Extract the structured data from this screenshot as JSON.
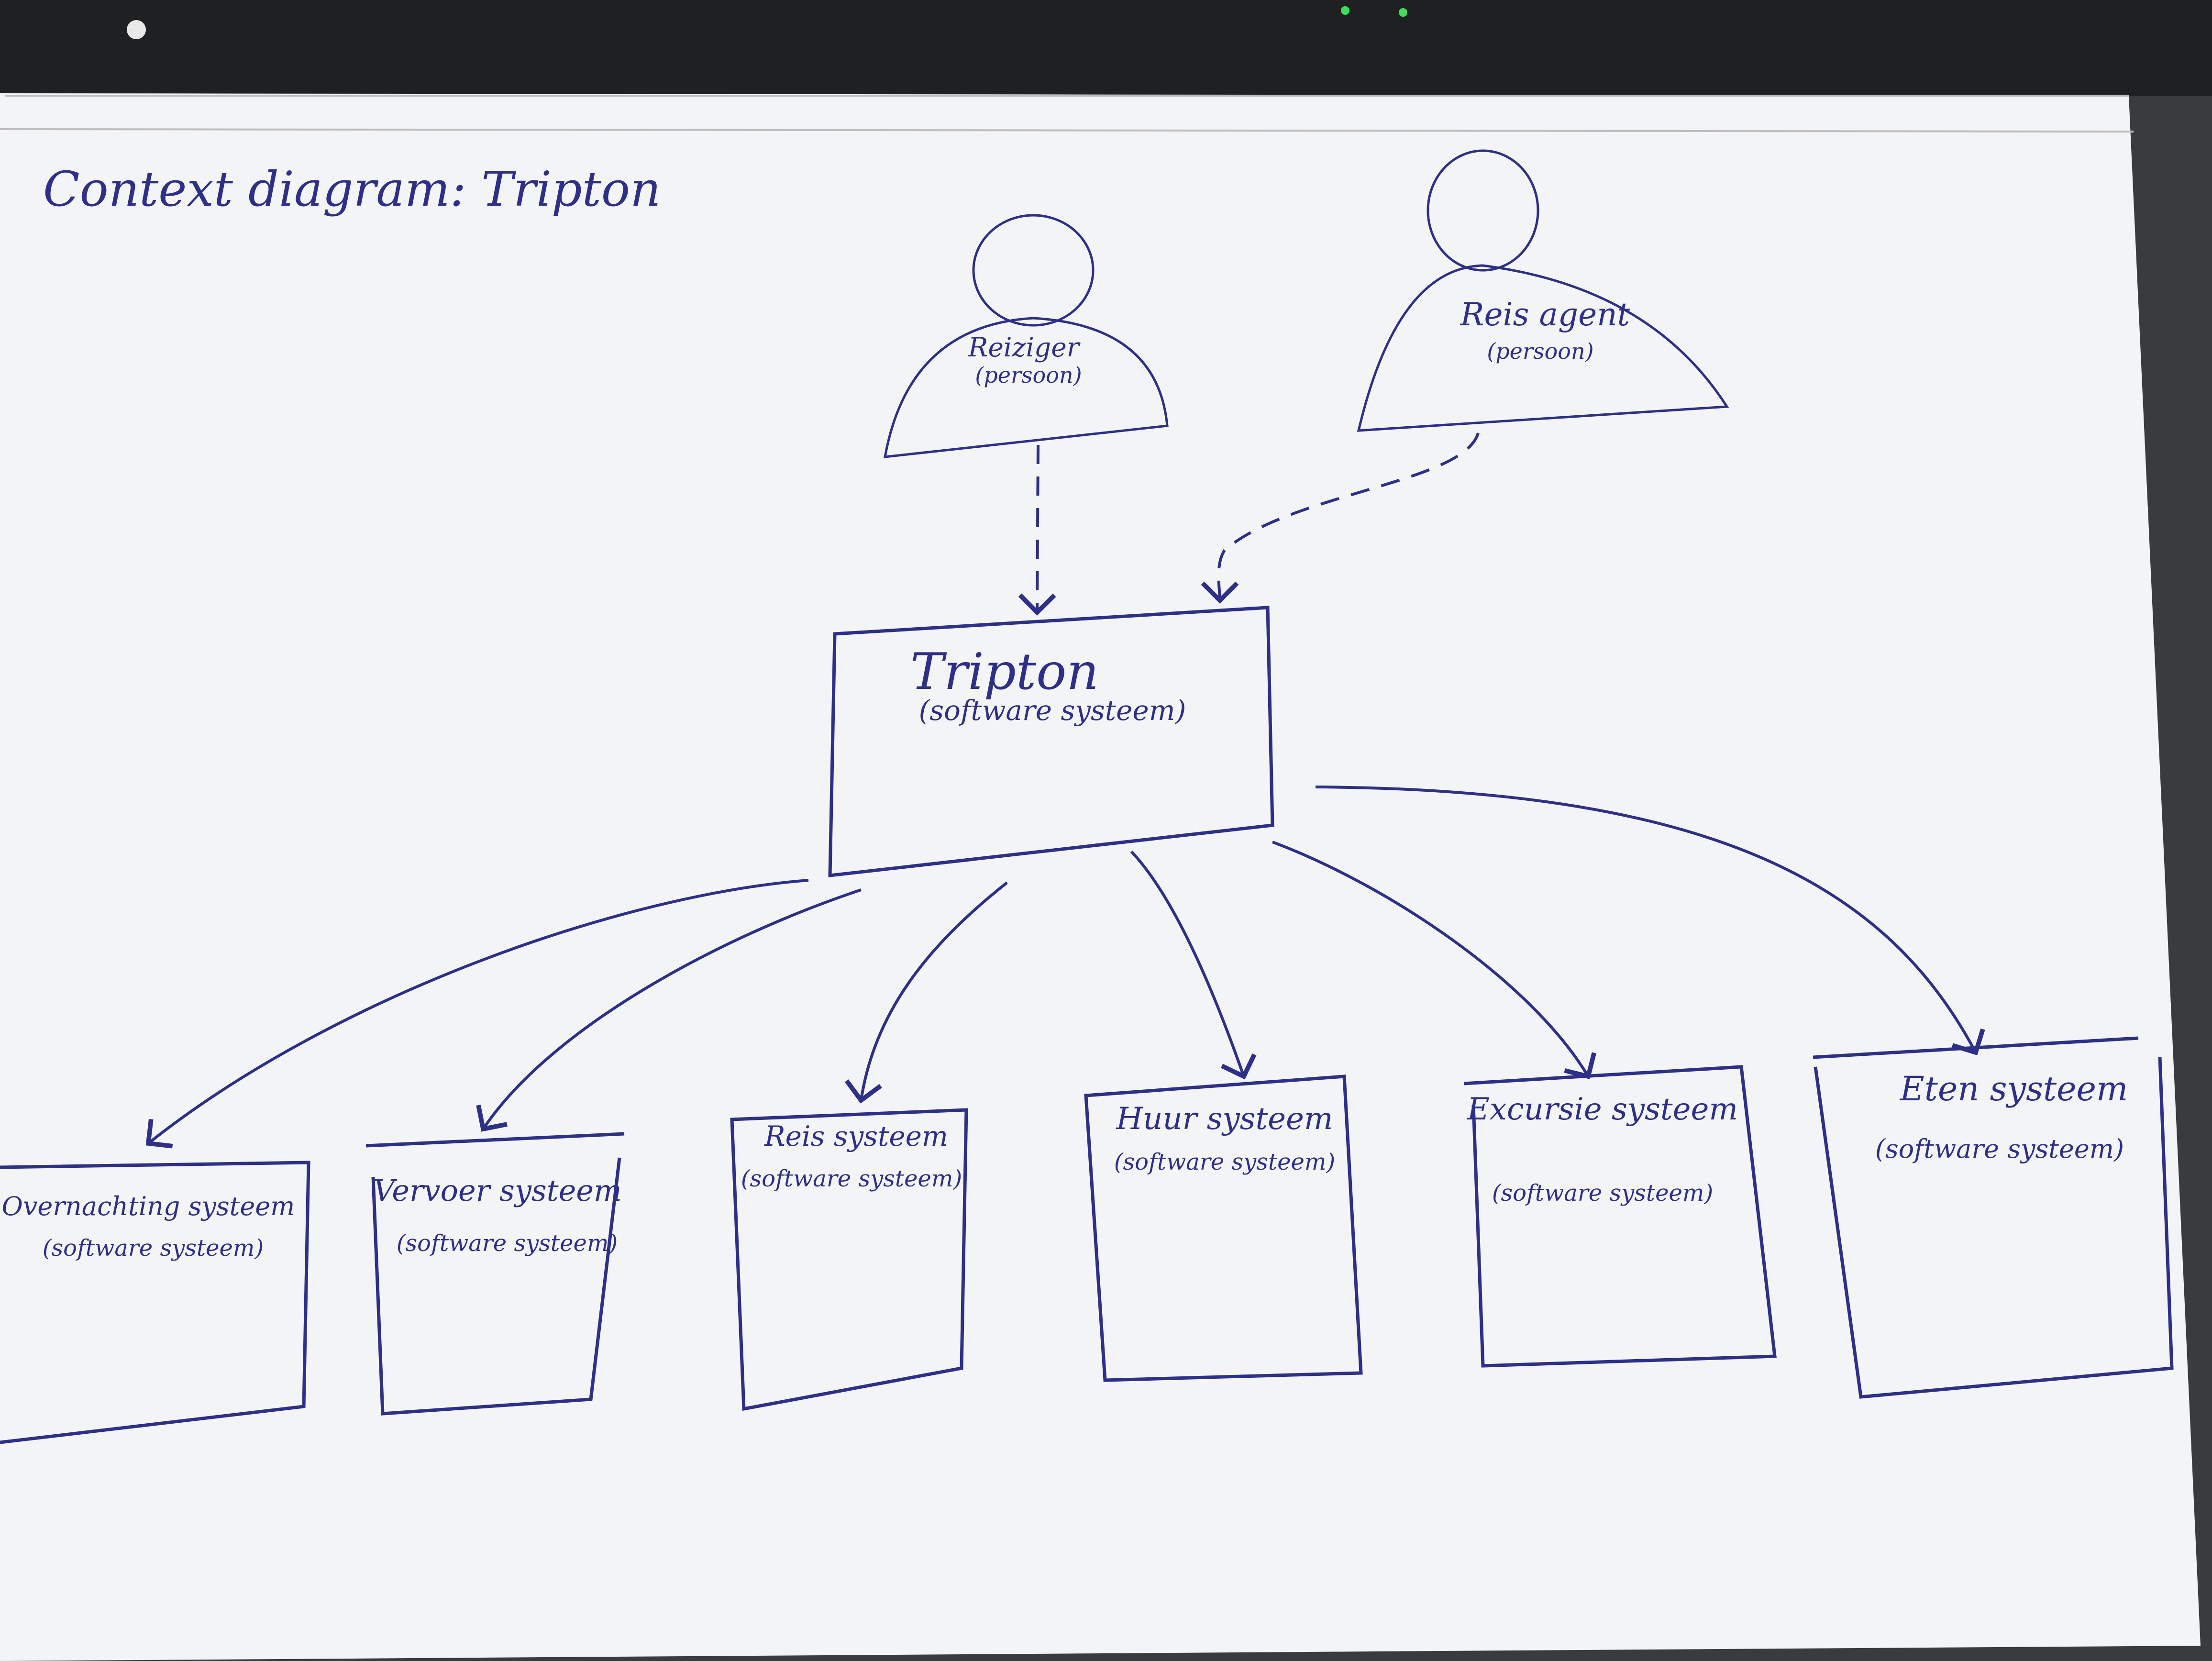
{
  "title": "Context diagram: Tripton",
  "colors": {
    "ink": "#2e2f86",
    "paper": "#f3f4f5",
    "desk": "#3a3b3d",
    "notebook": "#1f2022",
    "led": "#3fdc5a"
  },
  "persons": [
    {
      "id": "reiziger",
      "name": "Reiziger",
      "type": "(persoon)"
    },
    {
      "id": "reisagent",
      "name": "Reis agent",
      "type": "(persoon)"
    }
  ],
  "central_system": {
    "name": "Tripton",
    "type": "(software systeem)"
  },
  "external_systems": [
    {
      "id": "overnachting",
      "name": "Overnachting systeem",
      "type": "(software systeem)"
    },
    {
      "id": "vervoer",
      "name": "Vervoer systeem",
      "type": "(software systeem)"
    },
    {
      "id": "reis",
      "name": "Reis systeem",
      "type": "(software systeem)"
    },
    {
      "id": "huur",
      "name": "Huur systeem",
      "type": "(software systeem)"
    },
    {
      "id": "excursie",
      "name": "Excursie systeem",
      "type": "(software systeem)"
    },
    {
      "id": "eten",
      "name": "Eten systeem",
      "type": "(software systeem)"
    }
  ]
}
